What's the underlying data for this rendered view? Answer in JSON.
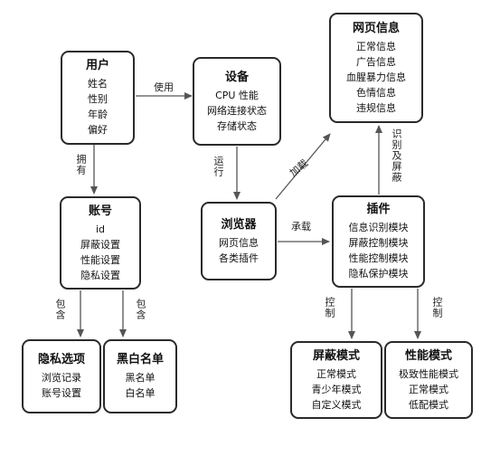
{
  "nodes": {
    "user": {
      "title": "用户",
      "items": [
        "姓名",
        "性别",
        "年龄",
        "偏好"
      ]
    },
    "device": {
      "title": "设备",
      "items": [
        "CPU 性能",
        "网络连接状态",
        "存储状态"
      ]
    },
    "webinfo": {
      "title": "网页信息",
      "items": [
        "正常信息",
        "广告信息",
        "血腥暴力信息",
        "色情信息",
        "违规信息"
      ]
    },
    "account": {
      "title": "账号",
      "items": [
        "id",
        "屏蔽设置",
        "性能设置",
        "隐私设置"
      ]
    },
    "browser": {
      "title": "浏览器",
      "items": [
        "网页信息",
        "各类插件"
      ]
    },
    "plugin": {
      "title": "插件",
      "items": [
        "信息识别模块",
        "屏蔽控制模块",
        "性能控制模块",
        "隐私保护模块"
      ]
    },
    "privacy": {
      "title": "隐私选项",
      "items": [
        "浏览记录",
        "账号设置"
      ]
    },
    "blacklist": {
      "title": "黑白名单",
      "items": [
        "黑名单",
        "白名单"
      ]
    },
    "block_mode": {
      "title": "屏蔽模式",
      "items": [
        "正常模式",
        "青少年模式",
        "自定义模式"
      ]
    },
    "perf_mode": {
      "title": "性能模式",
      "items": [
        "极致性能模式",
        "正常模式",
        "低配模式"
      ]
    }
  },
  "edges": {
    "use": "使用",
    "own": "拥有",
    "run": "运行",
    "load": "加载",
    "carry": "承载",
    "identify": "识别及屏蔽",
    "contain1": "包含",
    "contain2": "包含",
    "control1": "控制",
    "control2": "控制"
  },
  "colors": {
    "line": "#555555",
    "border": "#2a2a2a"
  }
}
